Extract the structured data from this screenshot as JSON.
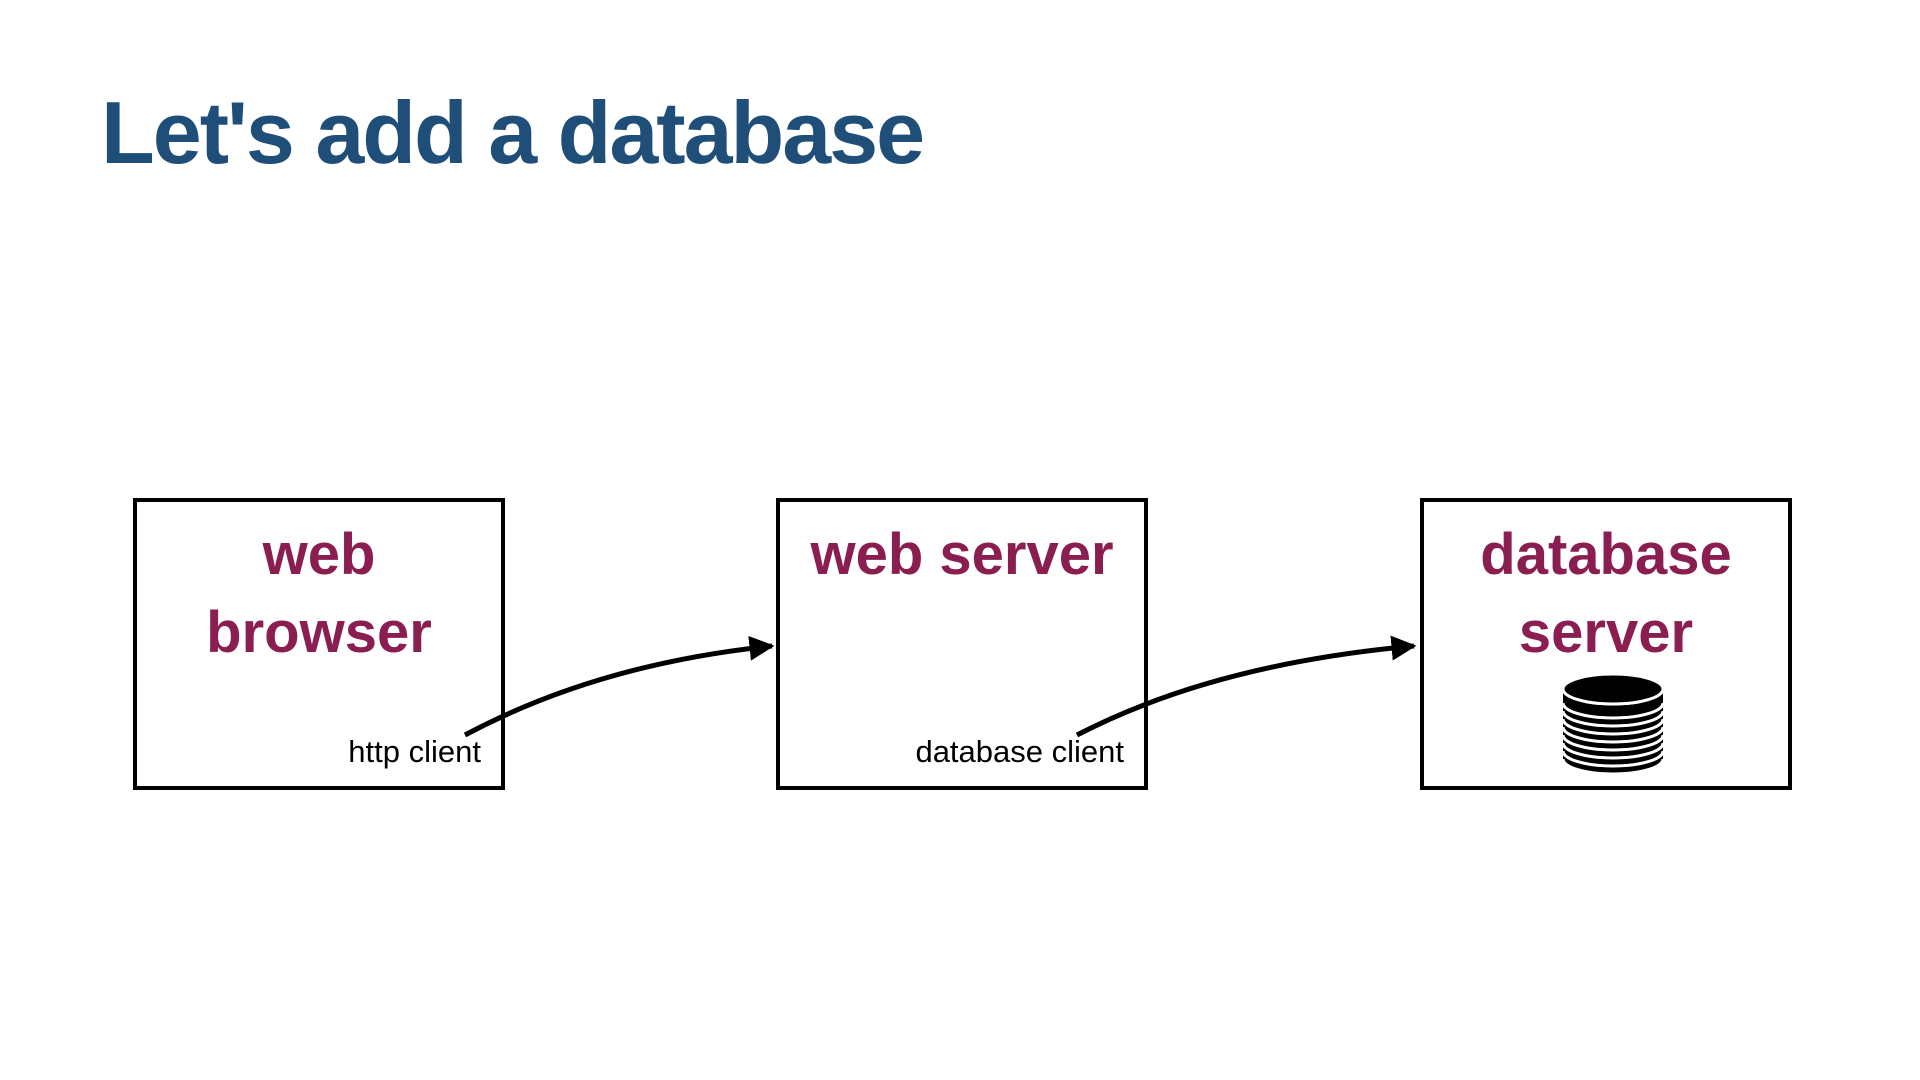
{
  "slide": {
    "title": "Let's add a database"
  },
  "colors": {
    "title": "#1f4e79",
    "node_label": "#8b1e50",
    "stroke": "#000000",
    "background": "#ffffff"
  },
  "nodes": [
    {
      "id": "web-browser",
      "label": "web\nbrowser",
      "sublabel": "http client"
    },
    {
      "id": "web-server",
      "label": "web server",
      "sublabel": "database client"
    },
    {
      "id": "database-server",
      "label": "database\nserver",
      "icon": "database-icon"
    }
  ],
  "edges": [
    {
      "from": "web-browser",
      "to": "web-server"
    },
    {
      "from": "web-server",
      "to": "database-server"
    }
  ]
}
